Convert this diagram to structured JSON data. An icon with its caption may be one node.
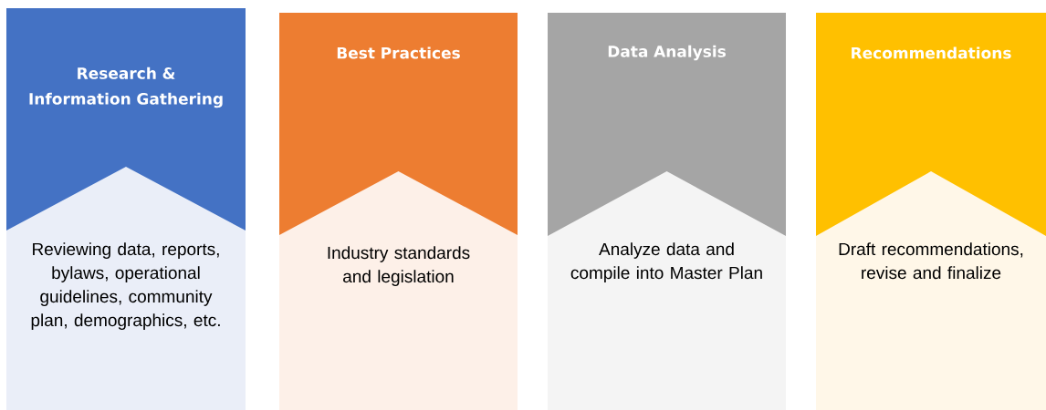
{
  "diagram": {
    "nodes": [
      {
        "text": [
          "Research & Information Gathering",
          "Reviewing data, reports, bylaws, operational guidelines, community plan, demographics, etc."
        ]
      },
      {
        "text": [
          "Best Practices",
          "Industry standards and legislation"
        ]
      },
      {
        "text": [
          "Data Analysis",
          "Analyze data and compile into Master Plan"
        ]
      },
      {
        "text": [
          "Recommendations",
          "Draft recommendations, revise and finalize"
        ]
      }
    ]
  }
}
